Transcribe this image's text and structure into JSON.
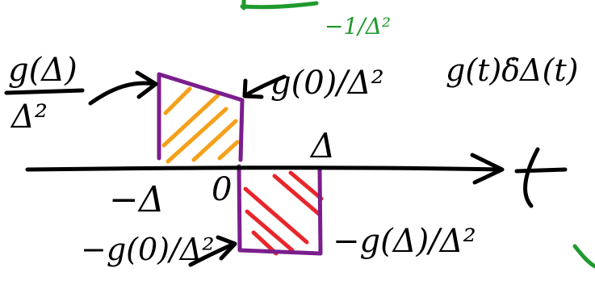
{
  "labels": {
    "top_left_numerator": "g(Δ)",
    "top_left_denominator": "Δ²",
    "top_right_mid": "g(0)/Δ²",
    "function_label": "g(t)δ̇Δ(t)",
    "tick_delta": "Δ",
    "tick_neg_delta": "−Δ",
    "origin": "0",
    "axis_t": "t",
    "bottom_left": "−g(0)/Δ²",
    "bottom_right": "−g(Δ)/Δ²",
    "top_green_fragment": "−1/Δ²"
  },
  "colors": {
    "ink": "#000000",
    "box_outline": "#7a1e8c",
    "positive_hatch": "#f5a01a",
    "negative_hatch": "#e8262b",
    "annotation_green": "#1f9a2e"
  }
}
